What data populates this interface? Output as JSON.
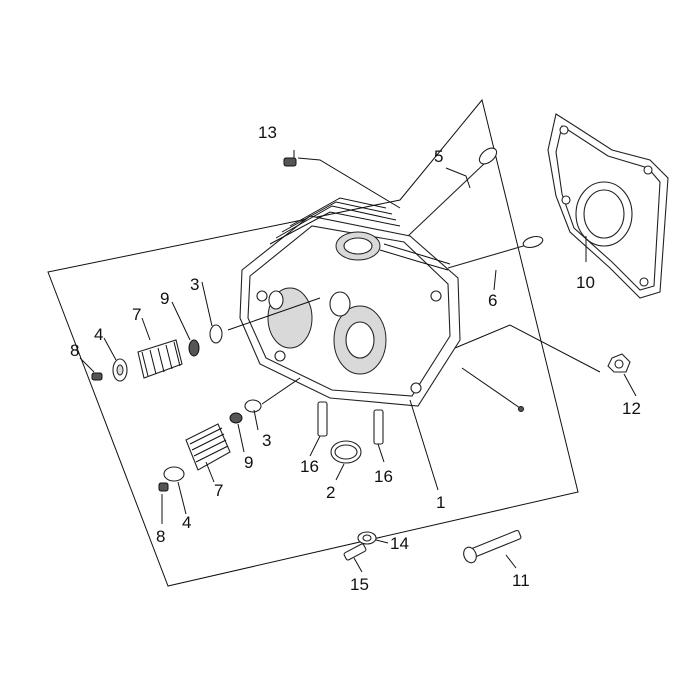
{
  "callouts": [
    {
      "id": "1",
      "text": "1"
    },
    {
      "id": "2",
      "text": "2"
    },
    {
      "id": "3a",
      "text": "3"
    },
    {
      "id": "3b",
      "text": "3"
    },
    {
      "id": "4a",
      "text": "4"
    },
    {
      "id": "4b",
      "text": "4"
    },
    {
      "id": "5",
      "text": "5"
    },
    {
      "id": "6",
      "text": "6"
    },
    {
      "id": "7a",
      "text": "7"
    },
    {
      "id": "7b",
      "text": "7"
    },
    {
      "id": "8a",
      "text": "8"
    },
    {
      "id": "8b",
      "text": "8"
    },
    {
      "id": "9a",
      "text": "9"
    },
    {
      "id": "9b",
      "text": "9"
    },
    {
      "id": "10",
      "text": "10"
    },
    {
      "id": "11",
      "text": "11"
    },
    {
      "id": "12",
      "text": "12"
    },
    {
      "id": "13",
      "text": "13"
    },
    {
      "id": "14",
      "text": "14"
    },
    {
      "id": "15",
      "text": "15"
    },
    {
      "id": "16a",
      "text": "16"
    },
    {
      "id": "16b",
      "text": "16"
    }
  ]
}
